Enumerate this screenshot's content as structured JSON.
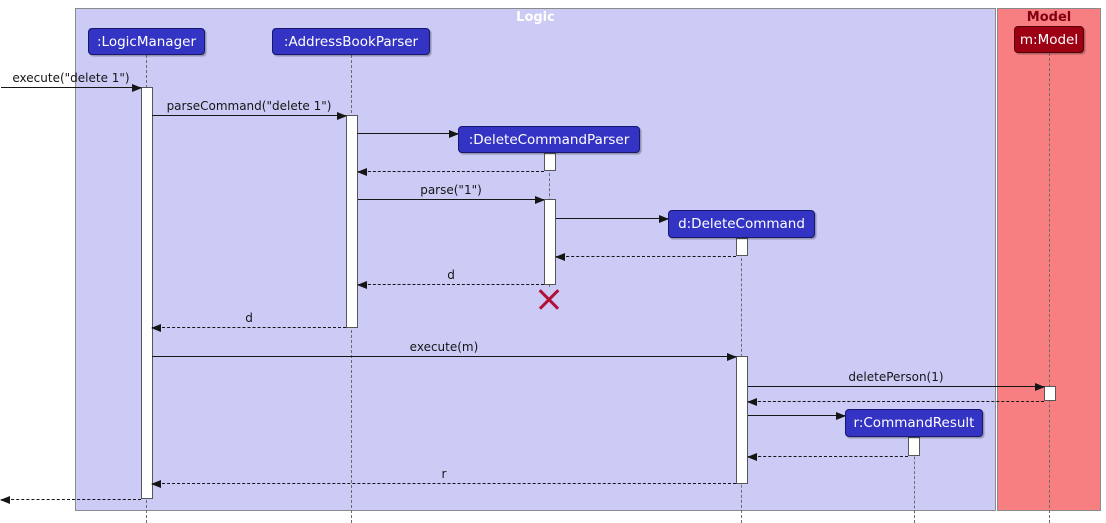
{
  "frames": {
    "logic": {
      "title": "Logic"
    },
    "model": {
      "title": "Model"
    }
  },
  "participants": {
    "logic_manager": {
      "label": ":LogicManager"
    },
    "address_book_parser": {
      "label": ":AddressBookParser"
    },
    "delete_command_parser": {
      "label": ":DeleteCommandParser"
    },
    "delete_command": {
      "label": "d:DeleteCommand"
    },
    "command_result": {
      "label": "r:CommandResult"
    },
    "model": {
      "label": "m:Model"
    }
  },
  "messages": {
    "execute_delete": "execute(\"delete 1\")",
    "parse_command": "parseCommand(\"delete 1\")",
    "parse": "parse(\"1\")",
    "return_d_to_parser": "d",
    "return_d_to_logic": "d",
    "execute_m": "execute(m)",
    "delete_person": "deletePerson(1)",
    "return_r": "r"
  },
  "colors": {
    "logic_frame_bg": "#cbcbf6",
    "logic_title_color": "#ffffff",
    "model_frame_bg": "#f87f81",
    "model_title_color": "#7f0012",
    "participant_bg": "#3333c4",
    "participant_text": "#ffffff",
    "model_participant_bg": "#9d0012",
    "activation_bg": "#ffffff",
    "message_color": "#161616",
    "destroy_color": "#b21036"
  }
}
